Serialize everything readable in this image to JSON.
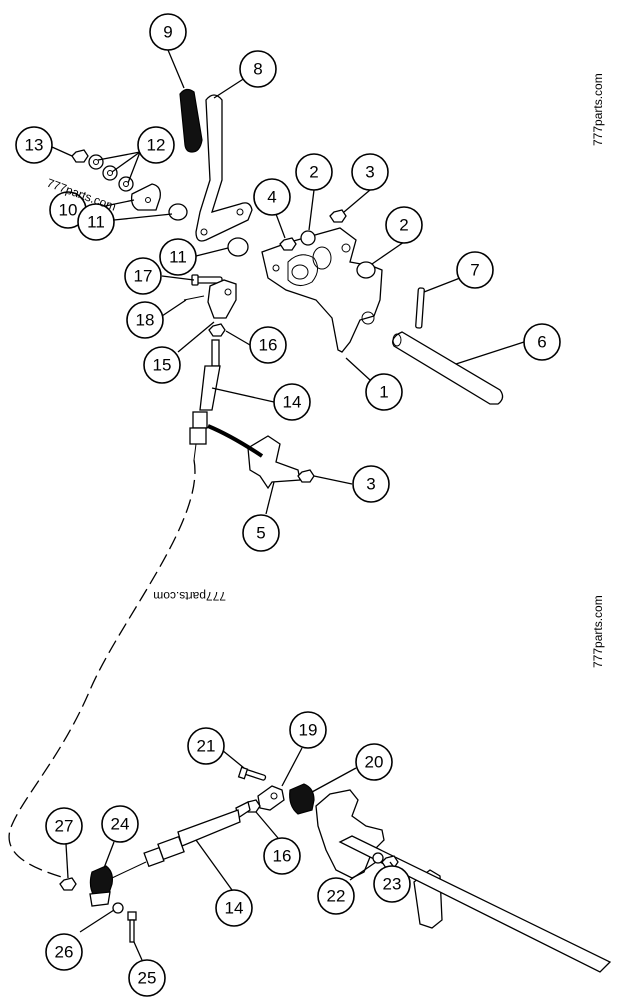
{
  "diagram": {
    "watermarks": [
      "777parts.com",
      "777parts.com",
      "777parts.com",
      "777parts.com"
    ],
    "callouts": [
      {
        "id": "c9",
        "label": "9"
      },
      {
        "id": "c8",
        "label": "8"
      },
      {
        "id": "c13",
        "label": "13"
      },
      {
        "id": "c12",
        "label": "12"
      },
      {
        "id": "c10",
        "label": "10"
      },
      {
        "id": "c11a",
        "label": "11"
      },
      {
        "id": "c11b",
        "label": "11"
      },
      {
        "id": "c4",
        "label": "4"
      },
      {
        "id": "c2a",
        "label": "2"
      },
      {
        "id": "c3a",
        "label": "3"
      },
      {
        "id": "c2b",
        "label": "2"
      },
      {
        "id": "c7",
        "label": "7"
      },
      {
        "id": "c17",
        "label": "17"
      },
      {
        "id": "c18",
        "label": "18"
      },
      {
        "id": "c6",
        "label": "6"
      },
      {
        "id": "c15",
        "label": "15"
      },
      {
        "id": "c16a",
        "label": "16"
      },
      {
        "id": "c1",
        "label": "1"
      },
      {
        "id": "c14a",
        "label": "14"
      },
      {
        "id": "c3b",
        "label": "3"
      },
      {
        "id": "c5",
        "label": "5"
      },
      {
        "id": "c21",
        "label": "21"
      },
      {
        "id": "c19",
        "label": "19"
      },
      {
        "id": "c20",
        "label": "20"
      },
      {
        "id": "c27",
        "label": "27"
      },
      {
        "id": "c24",
        "label": "24"
      },
      {
        "id": "c16b",
        "label": "16"
      },
      {
        "id": "c14b",
        "label": "14"
      },
      {
        "id": "c22",
        "label": "22"
      },
      {
        "id": "c23",
        "label": "23"
      },
      {
        "id": "c26",
        "label": "26"
      },
      {
        "id": "c25",
        "label": "25"
      }
    ]
  }
}
